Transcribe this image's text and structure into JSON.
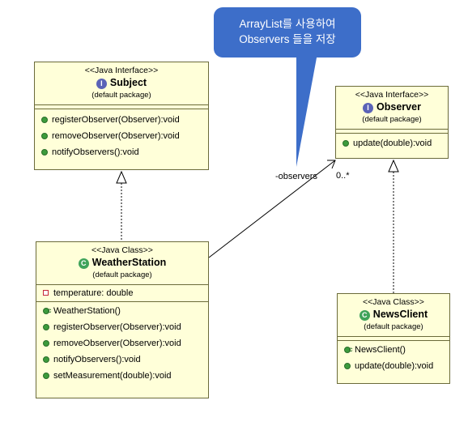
{
  "callout": {
    "line1": "ArrayList를 사용하여",
    "line2": "Observers 들을 저장"
  },
  "subject": {
    "stereotype": "<<Java Interface>>",
    "badge": "I",
    "name": "Subject",
    "package": "(default package)",
    "methods": [
      "registerObserver(Observer):void",
      "removeObserver(Observer):void",
      "notifyObservers():void"
    ]
  },
  "observer": {
    "stereotype": "<<Java Interface>>",
    "badge": "I",
    "name": "Observer",
    "package": "(default package)",
    "methods": [
      "update(double):void"
    ]
  },
  "weather_station": {
    "stereotype": "<<Java Class>>",
    "badge": "C",
    "name": "WeatherStation",
    "package": "(default package)",
    "fields": [
      "temperature: double"
    ],
    "constructor": "WeatherStation()",
    "methods": [
      "registerObserver(Observer):void",
      "removeObserver(Observer):void",
      "notifyObservers():void",
      "setMeasurement(double):void"
    ]
  },
  "news_client": {
    "stereotype": "<<Java Class>>",
    "badge": "C",
    "name": "NewsClient",
    "package": "(default package)",
    "constructor": "NewsClient()",
    "methods": [
      "update(double):void"
    ]
  },
  "association": {
    "role": "-observers",
    "multiplicity": "0..*"
  },
  "constructor_marker": "c",
  "colors": {
    "callout": "#3d6ec9",
    "box_fill": "#ffffd9",
    "method_icon": "#3c9b3c",
    "field_icon": "#c4283b",
    "interface_badge": "#5b63b7",
    "class_badge": "#3fa35a"
  }
}
